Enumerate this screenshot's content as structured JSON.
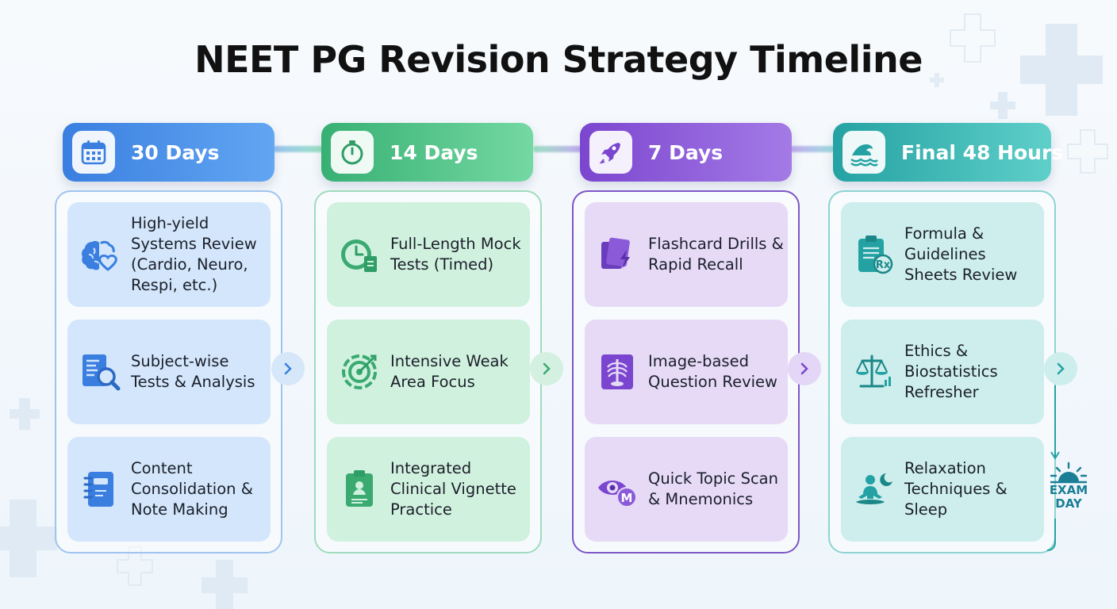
{
  "title": "NEET PG Revision Strategy Timeline",
  "phases": [
    {
      "label": "30 Days",
      "icon": "calendar-icon",
      "color": "#3e87e6",
      "cards": [
        {
          "icon": "brain-heart-icon",
          "text": "High-yield Systems Review (Cardio, Neuro, Respi, etc.)"
        },
        {
          "icon": "test-magnifier-icon",
          "text": "Subject-wise Tests & Analysis"
        },
        {
          "icon": "notebook-icon",
          "text": "Content Consolidation & Note Making"
        }
      ]
    },
    {
      "label": "14 Days",
      "icon": "stopwatch-icon",
      "color": "#3fb77a",
      "cards": [
        {
          "icon": "clock-clipboard-icon",
          "text": "Full-Length Mock Tests (Timed)"
        },
        {
          "icon": "target-icon",
          "text": "Intensive Weak Area Focus"
        },
        {
          "icon": "clipboard-patient-icon",
          "text": "Integrated Clinical Vignette Practice"
        }
      ]
    },
    {
      "label": "7 Days",
      "icon": "rocket-icon",
      "color": "#8a55d6",
      "cards": [
        {
          "icon": "flashcards-icon",
          "text": "Flashcard Drills & Rapid Recall"
        },
        {
          "icon": "xray-icon",
          "text": "Image-based Question Review"
        },
        {
          "icon": "eye-mnemonic-icon",
          "text": "Quick Topic Scan & Mnemonics"
        }
      ]
    },
    {
      "label": "Final 48 Hours",
      "icon": "wave-icon",
      "color": "#2aa9a8",
      "cards": [
        {
          "icon": "prescription-clipboard-icon",
          "text": "Formula & Guidelines Sheets Review"
        },
        {
          "icon": "scales-icon",
          "text": "Ethics & Biostatistics Refresher"
        },
        {
          "icon": "meditation-icon",
          "text": "Relaxation Techniques & Sleep"
        }
      ]
    }
  ],
  "exam_day": {
    "line1": "EXAM",
    "line2": "DAY",
    "icon": "sunrise-icon"
  }
}
